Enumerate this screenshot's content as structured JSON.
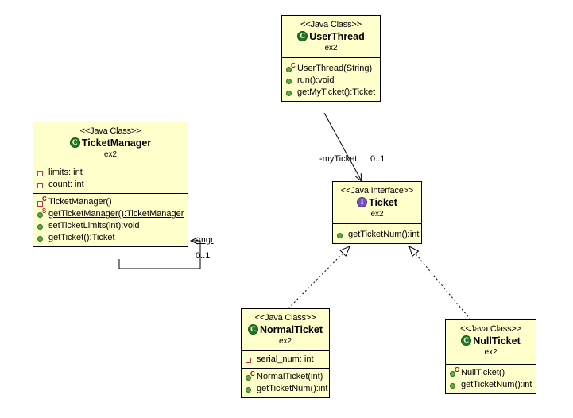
{
  "diagram": {
    "title": "Ticket Manager UML Class Diagram",
    "type": "uml-class-diagram",
    "background": "#ffffff",
    "class_fill": "#ffffcc",
    "class_border": "#000000"
  },
  "classes": [
    {
      "id": "user-thread",
      "stereotype": "<<Java Class>>",
      "name": "UserThread",
      "package": "ex2",
      "kind": "class",
      "badge": "C",
      "fields": [],
      "methods": [
        {
          "text": "UserThread(String)",
          "icon": "constructor-public-icon",
          "sup": "C",
          "static": false
        },
        {
          "text": "run():void",
          "icon": "method-public-icon",
          "sup": "",
          "static": false
        },
        {
          "text": "getMyTicket():Ticket",
          "icon": "method-public-icon",
          "sup": "",
          "static": false
        }
      ]
    },
    {
      "id": "ticket-manager",
      "stereotype": "<<Java Class>>",
      "name": "TicketManager",
      "package": "ex2",
      "kind": "class",
      "badge": "C",
      "fields": [
        {
          "text": "limits: int",
          "icon": "field-private-icon",
          "sup": "",
          "static": false
        },
        {
          "text": "count: int",
          "icon": "field-private-icon",
          "sup": "",
          "static": false
        }
      ],
      "methods": [
        {
          "text": "TicketManager()",
          "icon": "constructor-private-icon",
          "sup": "C",
          "static": false
        },
        {
          "text": "getTicketManager():TicketManager",
          "icon": "method-public-icon",
          "sup": "S",
          "static": true
        },
        {
          "text": "setTicketLimits(int):void",
          "icon": "method-public-icon",
          "sup": "",
          "static": false
        },
        {
          "text": "getTicket():Ticket",
          "icon": "method-public-icon",
          "sup": "",
          "static": false
        }
      ]
    },
    {
      "id": "ticket",
      "stereotype": "<<Java Interface>>",
      "name": "Ticket",
      "package": "ex2",
      "kind": "interface",
      "badge": "I",
      "fields": [],
      "methods": [
        {
          "text": "getTicketNum():int",
          "icon": "method-public-icon",
          "sup": "",
          "static": false
        }
      ]
    },
    {
      "id": "normal-ticket",
      "stereotype": "<<Java Class>>",
      "name": "NormalTicket",
      "package": "ex2",
      "kind": "class",
      "badge": "C",
      "fields": [
        {
          "text": "serial_num: int",
          "icon": "field-private-icon",
          "sup": "",
          "static": false
        }
      ],
      "methods": [
        {
          "text": "NormalTicket(int)",
          "icon": "constructor-public-icon",
          "sup": "C",
          "static": false
        },
        {
          "text": "getTicketNum():int",
          "icon": "method-public-icon",
          "sup": "",
          "static": false
        }
      ]
    },
    {
      "id": "null-ticket",
      "stereotype": "<<Java Class>>",
      "name": "NullTicket",
      "package": "ex2",
      "kind": "class",
      "badge": "C",
      "fields": [],
      "methods": [
        {
          "text": "NullTicket()",
          "icon": "constructor-public-icon",
          "sup": "C",
          "static": false
        },
        {
          "text": "getTicketNum():int",
          "icon": "method-public-icon",
          "sup": "",
          "static": false
        }
      ]
    }
  ],
  "relationships": [
    {
      "id": "userthread-ticket",
      "kind": "association",
      "from": "UserThread",
      "to": "Ticket",
      "role_label": "-myTicket",
      "multiplicity": "0..1",
      "underlined": false
    },
    {
      "id": "ticketmanager-self",
      "kind": "association",
      "from": "TicketManager",
      "to": "TicketManager",
      "role_label": "-mgr",
      "multiplicity": "0..1",
      "underlined": true
    },
    {
      "id": "normalticket-ticket",
      "kind": "realization",
      "from": "NormalTicket",
      "to": "Ticket",
      "role_label": "",
      "multiplicity": "",
      "underlined": false
    },
    {
      "id": "nullticket-ticket",
      "kind": "realization",
      "from": "NullTicket",
      "to": "Ticket",
      "role_label": "",
      "multiplicity": "",
      "underlined": false
    }
  ]
}
